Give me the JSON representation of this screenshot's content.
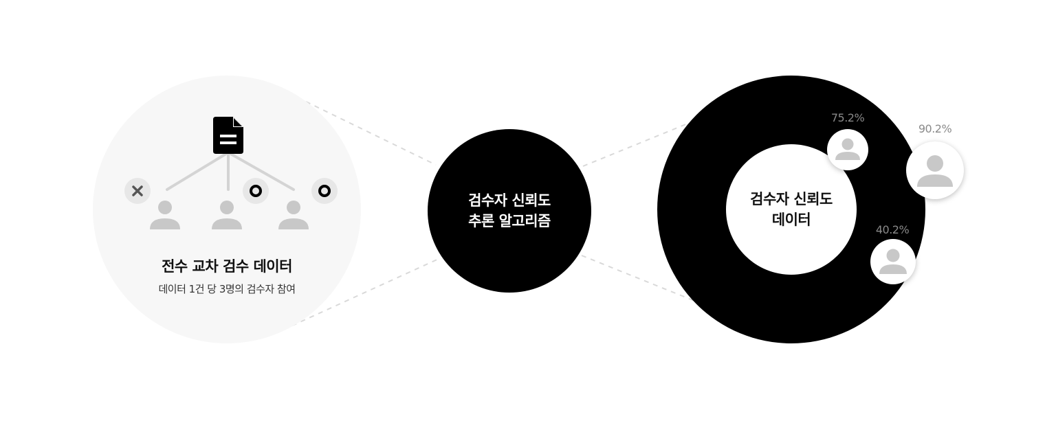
{
  "left": {
    "title": "전수 교차 검수 데이터",
    "subtitle": "데이터 1건 당 3명의 검수자 참여"
  },
  "middle": {
    "line1": "검수자 신뢰도",
    "line2": "추론 알고리즘"
  },
  "right": {
    "line1": "검수자 신뢰도",
    "line2": "데이터",
    "reviewers": [
      {
        "percent": "75.2%"
      },
      {
        "percent": "90.2%"
      },
      {
        "percent": "40.2%"
      }
    ]
  },
  "icons": [
    "document-icon",
    "person-icon",
    "x-mark-icon",
    "o-mark-icon"
  ],
  "colors": {
    "dark": "#000000",
    "light_bg": "#f7f7f7",
    "icon_gray": "#c8c8c8",
    "text_gray": "#8a8a8a"
  }
}
